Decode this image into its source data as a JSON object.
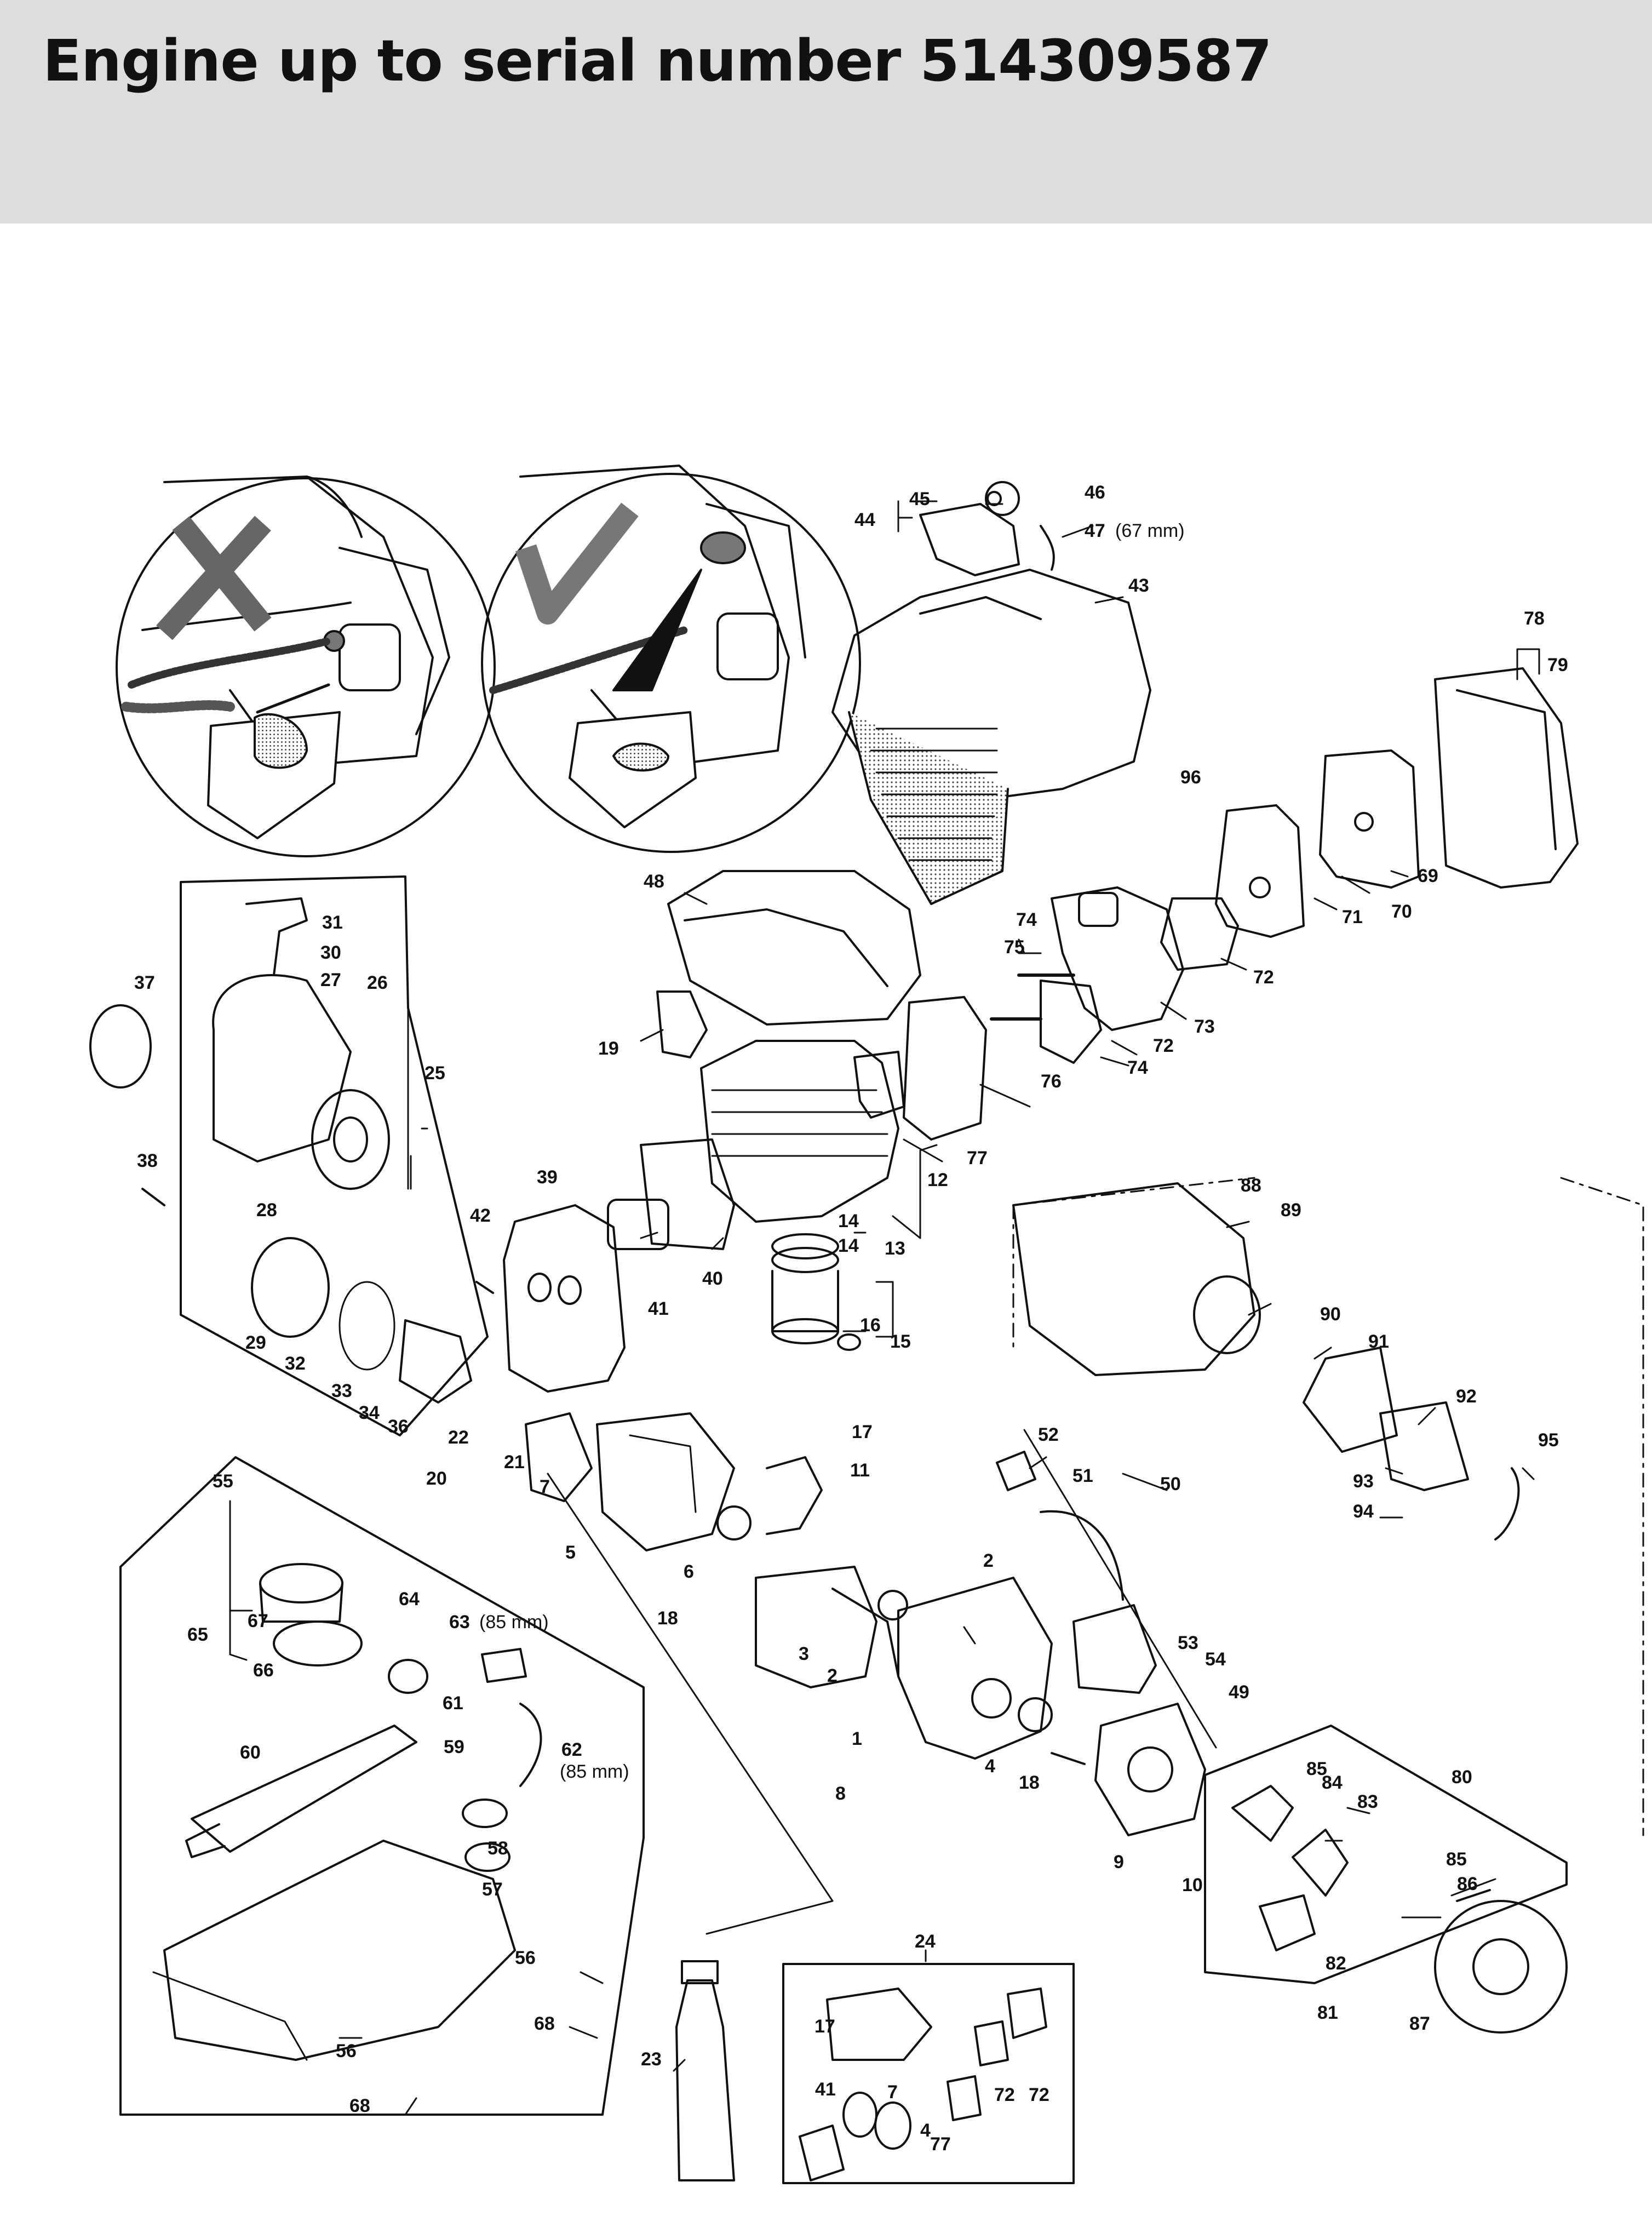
{
  "page": {
    "title": "Engine up to serial number 514309587"
  },
  "colors": {
    "header_bg": "#dcdddc",
    "line": "#111111",
    "mark": "#777777"
  },
  "icons": {
    "wrong": "x-mark-icon",
    "correct": "check-mark-icon"
  },
  "callouts": [
    {
      "n": "1"
    },
    {
      "n": "2"
    },
    {
      "n": "2"
    },
    {
      "n": "3"
    },
    {
      "n": "4"
    },
    {
      "n": "4"
    },
    {
      "n": "5"
    },
    {
      "n": "6"
    },
    {
      "n": "7"
    },
    {
      "n": "7"
    },
    {
      "n": "8"
    },
    {
      "n": "9"
    },
    {
      "n": "10"
    },
    {
      "n": "11"
    },
    {
      "n": "12"
    },
    {
      "n": "13"
    },
    {
      "n": "14"
    },
    {
      "n": "14"
    },
    {
      "n": "15"
    },
    {
      "n": "16"
    },
    {
      "n": "17"
    },
    {
      "n": "17"
    },
    {
      "n": "18"
    },
    {
      "n": "18"
    },
    {
      "n": "19"
    },
    {
      "n": "20"
    },
    {
      "n": "21"
    },
    {
      "n": "22"
    },
    {
      "n": "23"
    },
    {
      "n": "24"
    },
    {
      "n": "25"
    },
    {
      "n": "26"
    },
    {
      "n": "27"
    },
    {
      "n": "28"
    },
    {
      "n": "29"
    },
    {
      "n": "30"
    },
    {
      "n": "31"
    },
    {
      "n": "32"
    },
    {
      "n": "33"
    },
    {
      "n": "34"
    },
    {
      "n": "36"
    },
    {
      "n": "37"
    },
    {
      "n": "38"
    },
    {
      "n": "39"
    },
    {
      "n": "40"
    },
    {
      "n": "41"
    },
    {
      "n": "41"
    },
    {
      "n": "42"
    },
    {
      "n": "43"
    },
    {
      "n": "44"
    },
    {
      "n": "45"
    },
    {
      "n": "46"
    },
    {
      "n": "47",
      "note": "(67 mm)"
    },
    {
      "n": "48"
    },
    {
      "n": "49"
    },
    {
      "n": "50"
    },
    {
      "n": "51"
    },
    {
      "n": "52"
    },
    {
      "n": "53"
    },
    {
      "n": "54"
    },
    {
      "n": "55"
    },
    {
      "n": "56"
    },
    {
      "n": "56"
    },
    {
      "n": "57"
    },
    {
      "n": "58"
    },
    {
      "n": "59"
    },
    {
      "n": "60"
    },
    {
      "n": "61"
    },
    {
      "n": "62",
      "note": "(85 mm)"
    },
    {
      "n": "63",
      "note": "(85 mm)"
    },
    {
      "n": "64"
    },
    {
      "n": "65"
    },
    {
      "n": "66"
    },
    {
      "n": "67"
    },
    {
      "n": "68"
    },
    {
      "n": "68"
    },
    {
      "n": "69"
    },
    {
      "n": "70"
    },
    {
      "n": "71"
    },
    {
      "n": "72"
    },
    {
      "n": "72"
    },
    {
      "n": "72"
    },
    {
      "n": "72"
    },
    {
      "n": "73"
    },
    {
      "n": "74"
    },
    {
      "n": "74"
    },
    {
      "n": "75"
    },
    {
      "n": "76"
    },
    {
      "n": "77"
    },
    {
      "n": "77"
    },
    {
      "n": "78"
    },
    {
      "n": "79"
    },
    {
      "n": "80"
    },
    {
      "n": "81"
    },
    {
      "n": "82"
    },
    {
      "n": "83"
    },
    {
      "n": "84"
    },
    {
      "n": "85"
    },
    {
      "n": "85"
    },
    {
      "n": "86"
    },
    {
      "n": "87"
    },
    {
      "n": "88"
    },
    {
      "n": "89"
    },
    {
      "n": "90"
    },
    {
      "n": "91"
    },
    {
      "n": "92"
    },
    {
      "n": "93"
    },
    {
      "n": "94"
    },
    {
      "n": "95"
    },
    {
      "n": "96"
    }
  ]
}
